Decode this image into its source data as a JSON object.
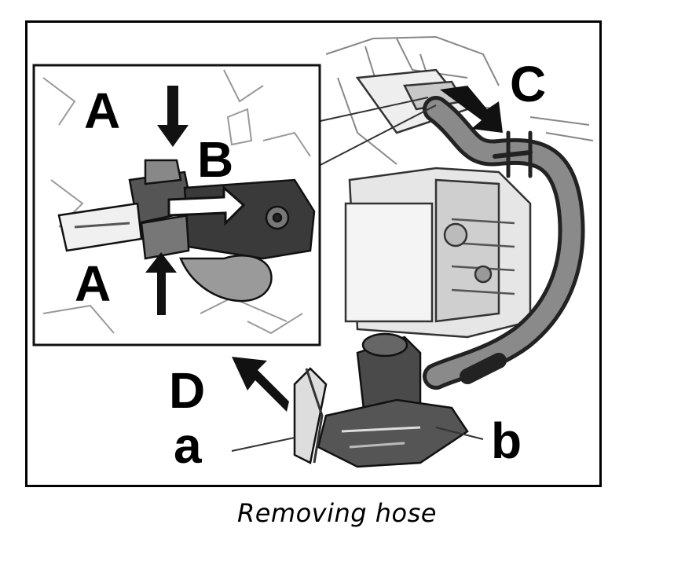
{
  "figure": {
    "caption": "Removing hose",
    "labels": {
      "a_top": "A",
      "a_bottom": "A",
      "b_inset": "B",
      "c": "C",
      "d": "D",
      "a_lower": "a",
      "b_lower": "b"
    }
  }
}
